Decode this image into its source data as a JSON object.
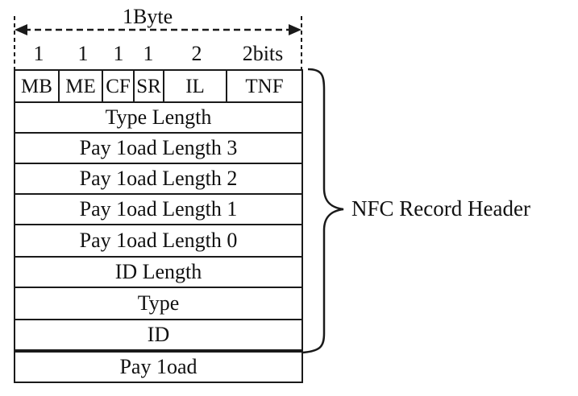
{
  "byte_label": "1Byte",
  "bit_widths": [
    "1",
    "1",
    "1",
    "1",
    "2",
    "2bits"
  ],
  "flag_fields": [
    "MB",
    "ME",
    "CF",
    "SR",
    "IL",
    "TNF"
  ],
  "rows": [
    "Type Length",
    "Pay 1oad Length 3",
    "Pay 1oad Length 2",
    "Pay 1oad Length 1",
    "Pay 1oad Length 0",
    "ID Length",
    "Type",
    "ID",
    "Pay 1oad"
  ],
  "brace_label": "NFC Record Header"
}
